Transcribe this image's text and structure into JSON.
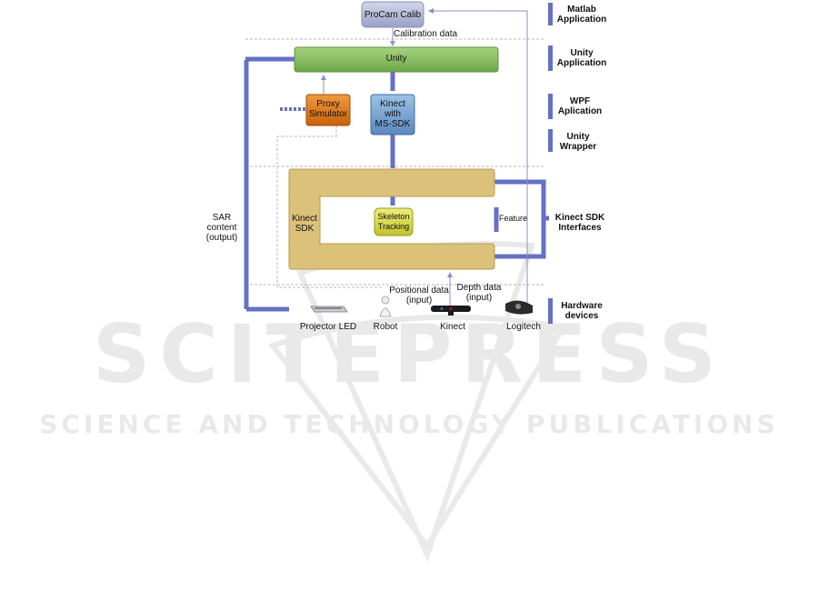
{
  "diagram": {
    "nodes": {
      "procam": "ProCam Calib",
      "unity": "Unity",
      "proxy_line1": "Proxy",
      "proxy_line2": "Simulator",
      "kinect_ms_line1": "Kinect",
      "kinect_ms_line2": "with",
      "kinect_ms_line3": "MS-SDK",
      "kinect_sdk_line1": "Kinect",
      "kinect_sdk_line2": "SDK",
      "skeleton_line1": "Skeleton",
      "skeleton_line2": "Tracking"
    },
    "labels": {
      "calibration": "Calibration data",
      "feature": "Feature",
      "sar_line1": "SAR",
      "sar_line2": "content",
      "sar_line3": "(output)",
      "positional_line1": "Positional data",
      "positional_line2": "(input)",
      "depth_line1": "Depth data",
      "depth_line2": "(input)"
    },
    "layers": {
      "matlab_line1": "Matlab",
      "matlab_line2": "Application",
      "unity_line1": "Unity",
      "unity_line2": "Application",
      "wpf_line1": "WPF",
      "wpf_line2": "Aplication",
      "wrapper_line1": "Unity",
      "wrapper_line2": "Wrapper",
      "interfaces_line1": "Kinect SDK",
      "interfaces_line2": "Interfaces",
      "hardware_line1": "Hardware",
      "hardware_line2": "devices"
    },
    "devices": {
      "projector": "Projector LED",
      "robot": "Robot",
      "kinect": "Kinect",
      "logitech": "Logitech"
    }
  },
  "watermark": {
    "line1": "SCITEPRESS",
    "line2": "SCIENCE AND TECHNOLOGY PUBLICATIONS"
  },
  "colors": {
    "arrow": "#6670c4",
    "unity": "#8dc26a",
    "proxy": "#e07a1c",
    "kinect_ms": "#7aa6d6",
    "sdk": "#dcc17a",
    "skeleton": "#d9d94a",
    "procam": "#b9bdd9"
  }
}
